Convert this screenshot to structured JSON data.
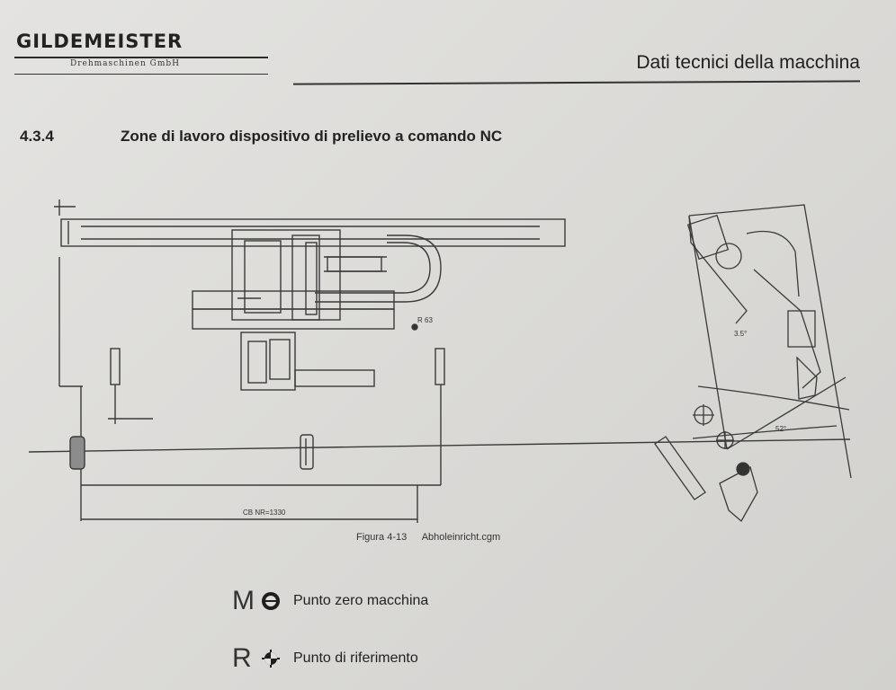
{
  "header": {
    "brand": "GILDEMEISTER",
    "brand_sub": "Drehmaschinen GmbH",
    "title": "Dati tecnici della macchina"
  },
  "section": {
    "number": "4.3.4",
    "title": "Zone di lavoro dispositivo di prelievo a comando NC"
  },
  "drawing": {
    "labels": {
      "r": "R 63",
      "dim_lower": "CB NR=1330",
      "angle_1": "3.5°",
      "angle_2": "52°"
    }
  },
  "figure": {
    "label": "Figura 4-13",
    "file": "Abholeinricht.cgm"
  },
  "legend": [
    {
      "letter": "M",
      "text": "Punto zero macchina",
      "icon": "machine-zero-symbol"
    },
    {
      "letter": "R",
      "text": "Punto di riferimento",
      "icon": "reference-point-symbol"
    }
  ]
}
